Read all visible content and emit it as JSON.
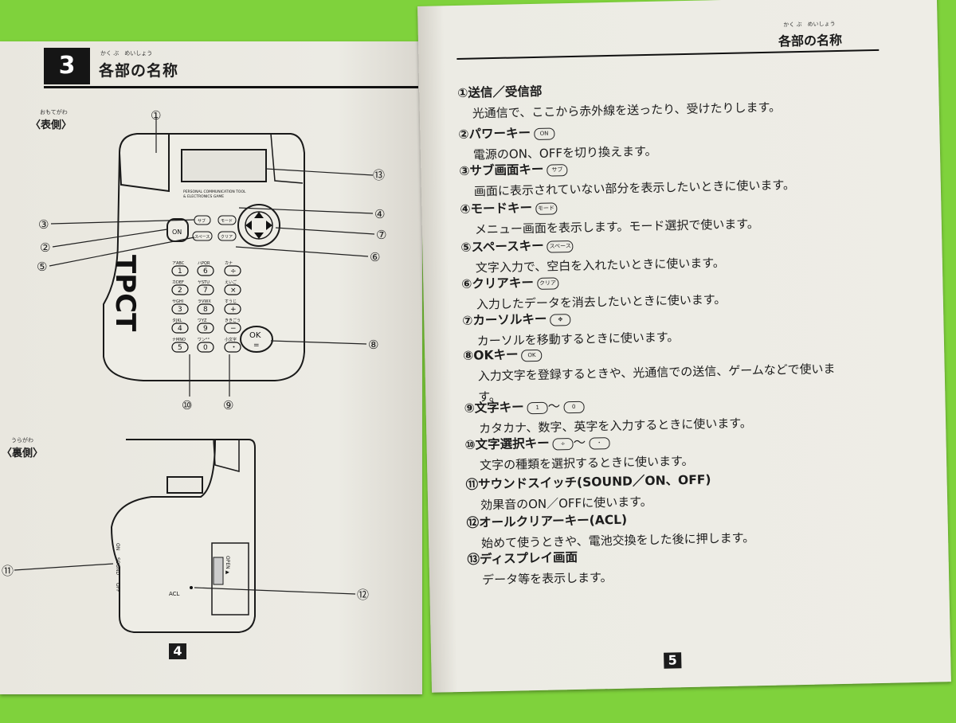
{
  "left_page": {
    "section_number": "3",
    "title": "各部の名称",
    "title_ruby": "かく ぶ　めいしょう",
    "front_label": "〈表側〉",
    "front_ruby": "おもてがわ",
    "back_label": "〈裏側〉",
    "back_ruby": "うらがわ",
    "page_number": "4",
    "device": {
      "brand": "TPCT",
      "tagline1": "PERSONAL COMMUNICATION TOOL",
      "tagline2": "& ELECTRONICS GAME",
      "on_key": "ON",
      "sub_key": "サブ",
      "mode_key": "モード",
      "space_key": "スペース",
      "clear_key": "クリア",
      "ok_key": "OK",
      "ok_key2": "=",
      "keypad_labels": [
        "アABC",
        "ハPQR",
        "カナ",
        "カDEF",
        "ヤSTU",
        "えいご",
        "サGHI",
        "ラVWX",
        "すうじ",
        "タJKL",
        "ワYZ",
        "ききごう",
        "ナMNO",
        "ワン°°",
        "小文字"
      ],
      "keypad_digits": [
        "1",
        "6",
        "÷",
        "2",
        "7",
        "×",
        "3",
        "8",
        "+",
        "4",
        "9",
        "−",
        "5",
        "0",
        "・"
      ],
      "switch_text1": "ON",
      "switch_text2": "SOUND",
      "switch_text3": "OFF",
      "acl_label": "ACL",
      "open_label": "OPEN ▲"
    },
    "callouts": [
      "①",
      "②",
      "③",
      "④",
      "⑤",
      "⑥",
      "⑦",
      "⑧",
      "⑨",
      "⑩",
      "⑪",
      "⑫",
      "⑬"
    ]
  },
  "right_page": {
    "header_title": "各部の名称",
    "header_ruby": "かく ぶ　めいしょう",
    "page_number": "5",
    "items": [
      {
        "num": "①",
        "head": "送信／受信部",
        "desc": "光通信で、ここから赤外線を送ったり、受けたりします。"
      },
      {
        "num": "②",
        "head": "パワーキー",
        "key": "ON",
        "desc": "電源のON、OFFを切り換えます。"
      },
      {
        "num": "③",
        "head": "サブ画面キー",
        "key": "サブ",
        "desc": "画面に表示されていない部分を表示したいときに使います。"
      },
      {
        "num": "④",
        "head": "モードキー",
        "key": "モード",
        "desc": "メニュー画面を表示します。モード選択で使います。"
      },
      {
        "num": "⑤",
        "head": "スペースキー",
        "key": "スペース",
        "desc": "文字入力で、空白を入れたいときに使います。"
      },
      {
        "num": "⑥",
        "head": "クリアキー",
        "key": "クリア",
        "desc": "入力したデータを消去したいときに使います。"
      },
      {
        "num": "⑦",
        "head": "カーソルキー",
        "key": "✥",
        "desc": "カーソルを移動するときに使います。"
      },
      {
        "num": "⑧",
        "head": "OKキー",
        "key": "OK",
        "desc": "入力文字を登録するときや、光通信での送信、ゲームなどで使いま",
        "desc2": "す。"
      },
      {
        "num": "⑨",
        "head": "文字キー",
        "key": "1",
        "tilde": "〜",
        "key2": "0",
        "desc": "カタカナ、数字、英字を入力するときに使います。"
      },
      {
        "num": "⑩",
        "head": "文字選択キー",
        "key": "÷",
        "tilde": "〜",
        "key2": "・",
        "desc": "文字の種類を選択するときに使います。"
      },
      {
        "num": "⑪",
        "head": "サウンドスイッチ(SOUND／ON、OFF)",
        "desc": "効果音のON／OFFに使います。"
      },
      {
        "num": "⑫",
        "head": "オールクリアーキー(ACL)",
        "desc": "始めて使うときや、電池交換をした後に押します。"
      },
      {
        "num": "⑬",
        "head": "ディスプレイ画面",
        "desc": "データ等を表示します。"
      }
    ]
  },
  "colors": {
    "background": "#7fd23c",
    "paper": "#ecebe4",
    "ink": "#1c1c1c"
  }
}
